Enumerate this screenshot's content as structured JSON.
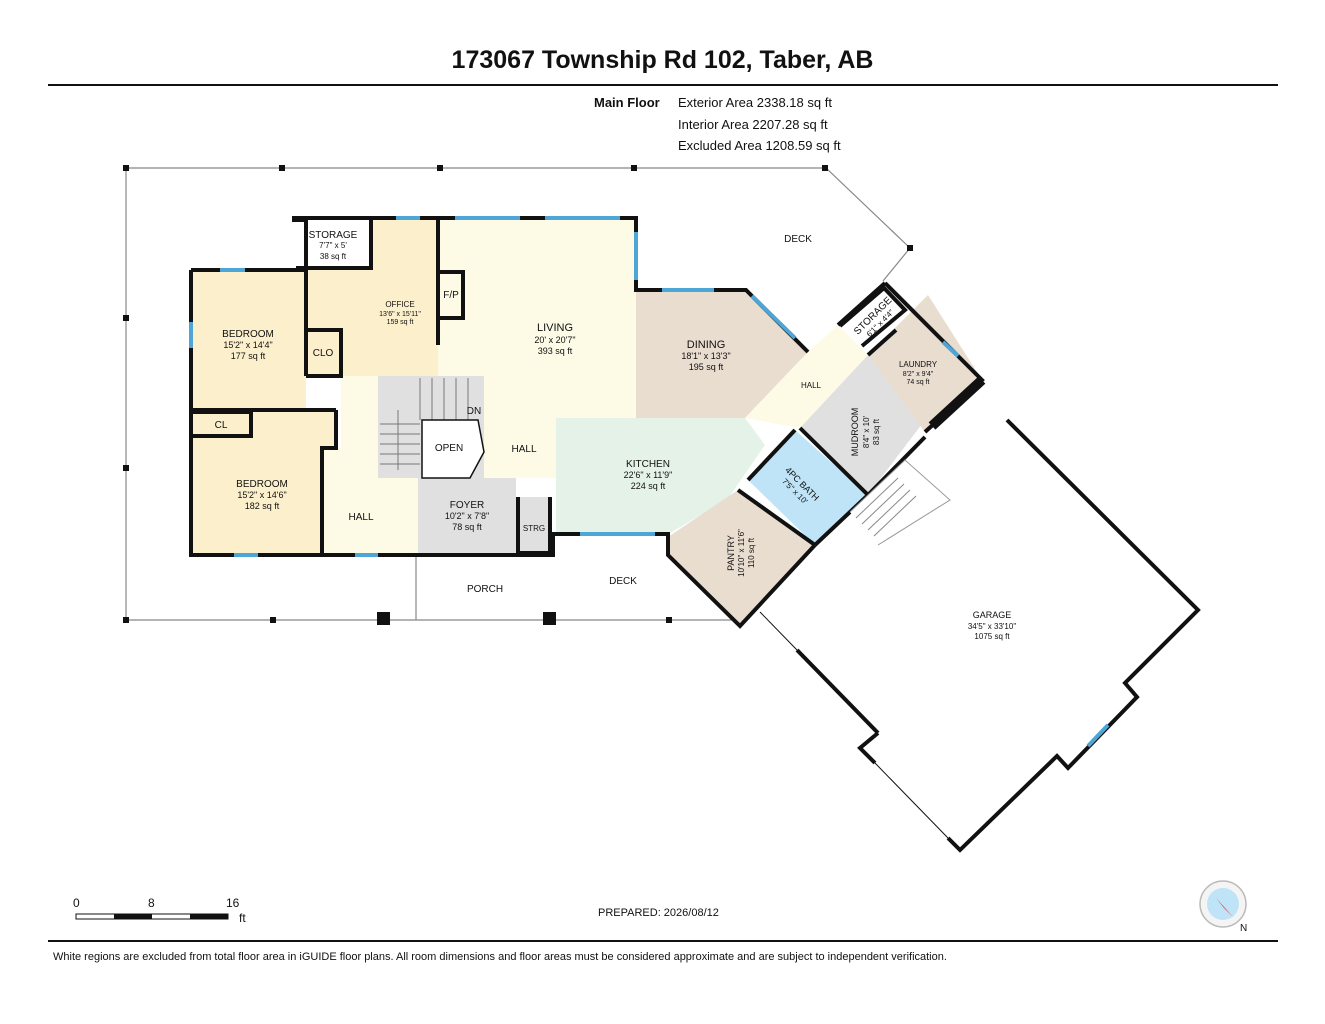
{
  "header": {
    "title": "173067 Township Rd 102, Taber, AB"
  },
  "summary": {
    "floor_name": "Main Floor",
    "exterior_area": "Exterior Area 2338.18 sq ft",
    "interior_area": "Interior Area 2207.28 sq ft",
    "excluded_area": "Excluded Area 1208.59 sq ft"
  },
  "rooms": {
    "storage_top": {
      "name": "STORAGE",
      "dims": "7'7\" x 5'",
      "area": "38 sq ft"
    },
    "office": {
      "name": "OFFICE",
      "dims": "13'6\" x 15'11\"",
      "area": "159 sq ft"
    },
    "fp": {
      "name": "F/P"
    },
    "living": {
      "name": "LIVING",
      "dims": "20' x 20'7\"",
      "area": "393 sq ft"
    },
    "dining": {
      "name": "DINING",
      "dims": "18'1\" x 13'3\"",
      "area": "195 sq ft"
    },
    "deck_top": {
      "name": "DECK"
    },
    "storage_right": {
      "name": "STORAGE",
      "dims": "6'1\" x 4'4\""
    },
    "laundry": {
      "name": "LAUNDRY",
      "dims": "8'2\" x 9'4\"",
      "area": "74 sq ft"
    },
    "hall_right": {
      "name": "HALL"
    },
    "mudroom": {
      "name": "MUDROOM",
      "dims": "8'4\" x 10'",
      "area": "83 sq ft"
    },
    "bath": {
      "name": "4PC BATH",
      "dims": "7'5\" x 10'"
    },
    "bedroom1": {
      "name": "BEDROOM",
      "dims": "15'2\" x 14'4\"",
      "area": "177 sq ft"
    },
    "clo": {
      "name": "CLO"
    },
    "cl": {
      "name": "CL"
    },
    "bedroom2": {
      "name": "BEDROOM",
      "dims": "15'2\" x 14'6\"",
      "area": "182 sq ft"
    },
    "hall_left": {
      "name": "HALL"
    },
    "dn": {
      "name": "DN"
    },
    "open": {
      "name": "OPEN"
    },
    "hall_center": {
      "name": "HALL"
    },
    "kitchen": {
      "name": "KITCHEN",
      "dims": "22'6\" x 11'9\"",
      "area": "224 sq ft"
    },
    "foyer": {
      "name": "FOYER",
      "dims": "10'2\" x 7'8\"",
      "area": "78 sq ft"
    },
    "strg": {
      "name": "STRG"
    },
    "pantry": {
      "name": "PANTRY",
      "dims": "10'10\" x 11'6\"",
      "area": "110 sq ft"
    },
    "porch": {
      "name": "PORCH"
    },
    "deck_bottom": {
      "name": "DECK"
    },
    "garage": {
      "name": "GARAGE",
      "dims": "34'5\" x 33'10\"",
      "area": "1075 sq ft"
    }
  },
  "scale": {
    "labels": [
      "0",
      "8",
      "16"
    ],
    "unit": "ft"
  },
  "compass": {
    "label": "N"
  },
  "footer": {
    "prepared": "PREPARED: 2026/08/12",
    "disclaimer": "White regions are excluded from total floor area in iGUIDE floor plans. All room dimensions and floor areas must be considered approximate and are subject to independent verification."
  },
  "colors": {
    "bedroom": "#fcf0cc",
    "office": "#fcf0cc",
    "living": "#fdfbe6",
    "dining": "#e9ddd0",
    "kitchen": "#e5f2e8",
    "bath": "#bfe3f7",
    "utility": "#e0e0e0",
    "window": "#4ea6d6",
    "wall": "#111111"
  }
}
